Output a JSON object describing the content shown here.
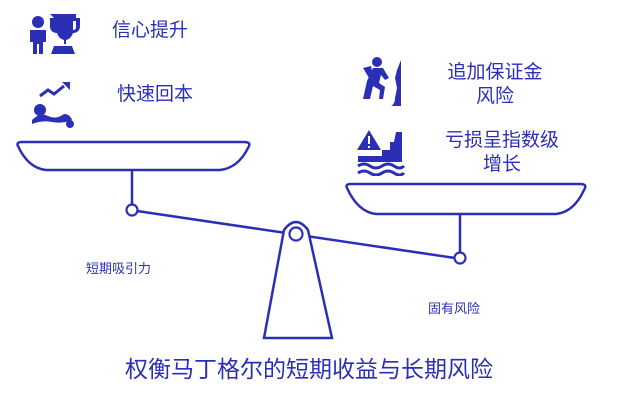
{
  "left_items": [
    {
      "label": "信心提升",
      "icon": "trophy-person-icon"
    },
    {
      "label": "快速回本",
      "icon": "rising-chart-swimmer-icon"
    }
  ],
  "right_items": [
    {
      "label_line1": "追加保证金",
      "label_line2": "风险",
      "icon": "climber-cliff-icon"
    },
    {
      "label_line1": "亏损呈指数级",
      "label_line2": "增长",
      "icon": "warning-flood-icon"
    }
  ],
  "left_caption": "短期吸引力",
  "right_caption": "固有风险",
  "title": "权衡马丁格尔的短期收益与长期风险",
  "colors": {
    "primary": "#2b2fb5"
  }
}
